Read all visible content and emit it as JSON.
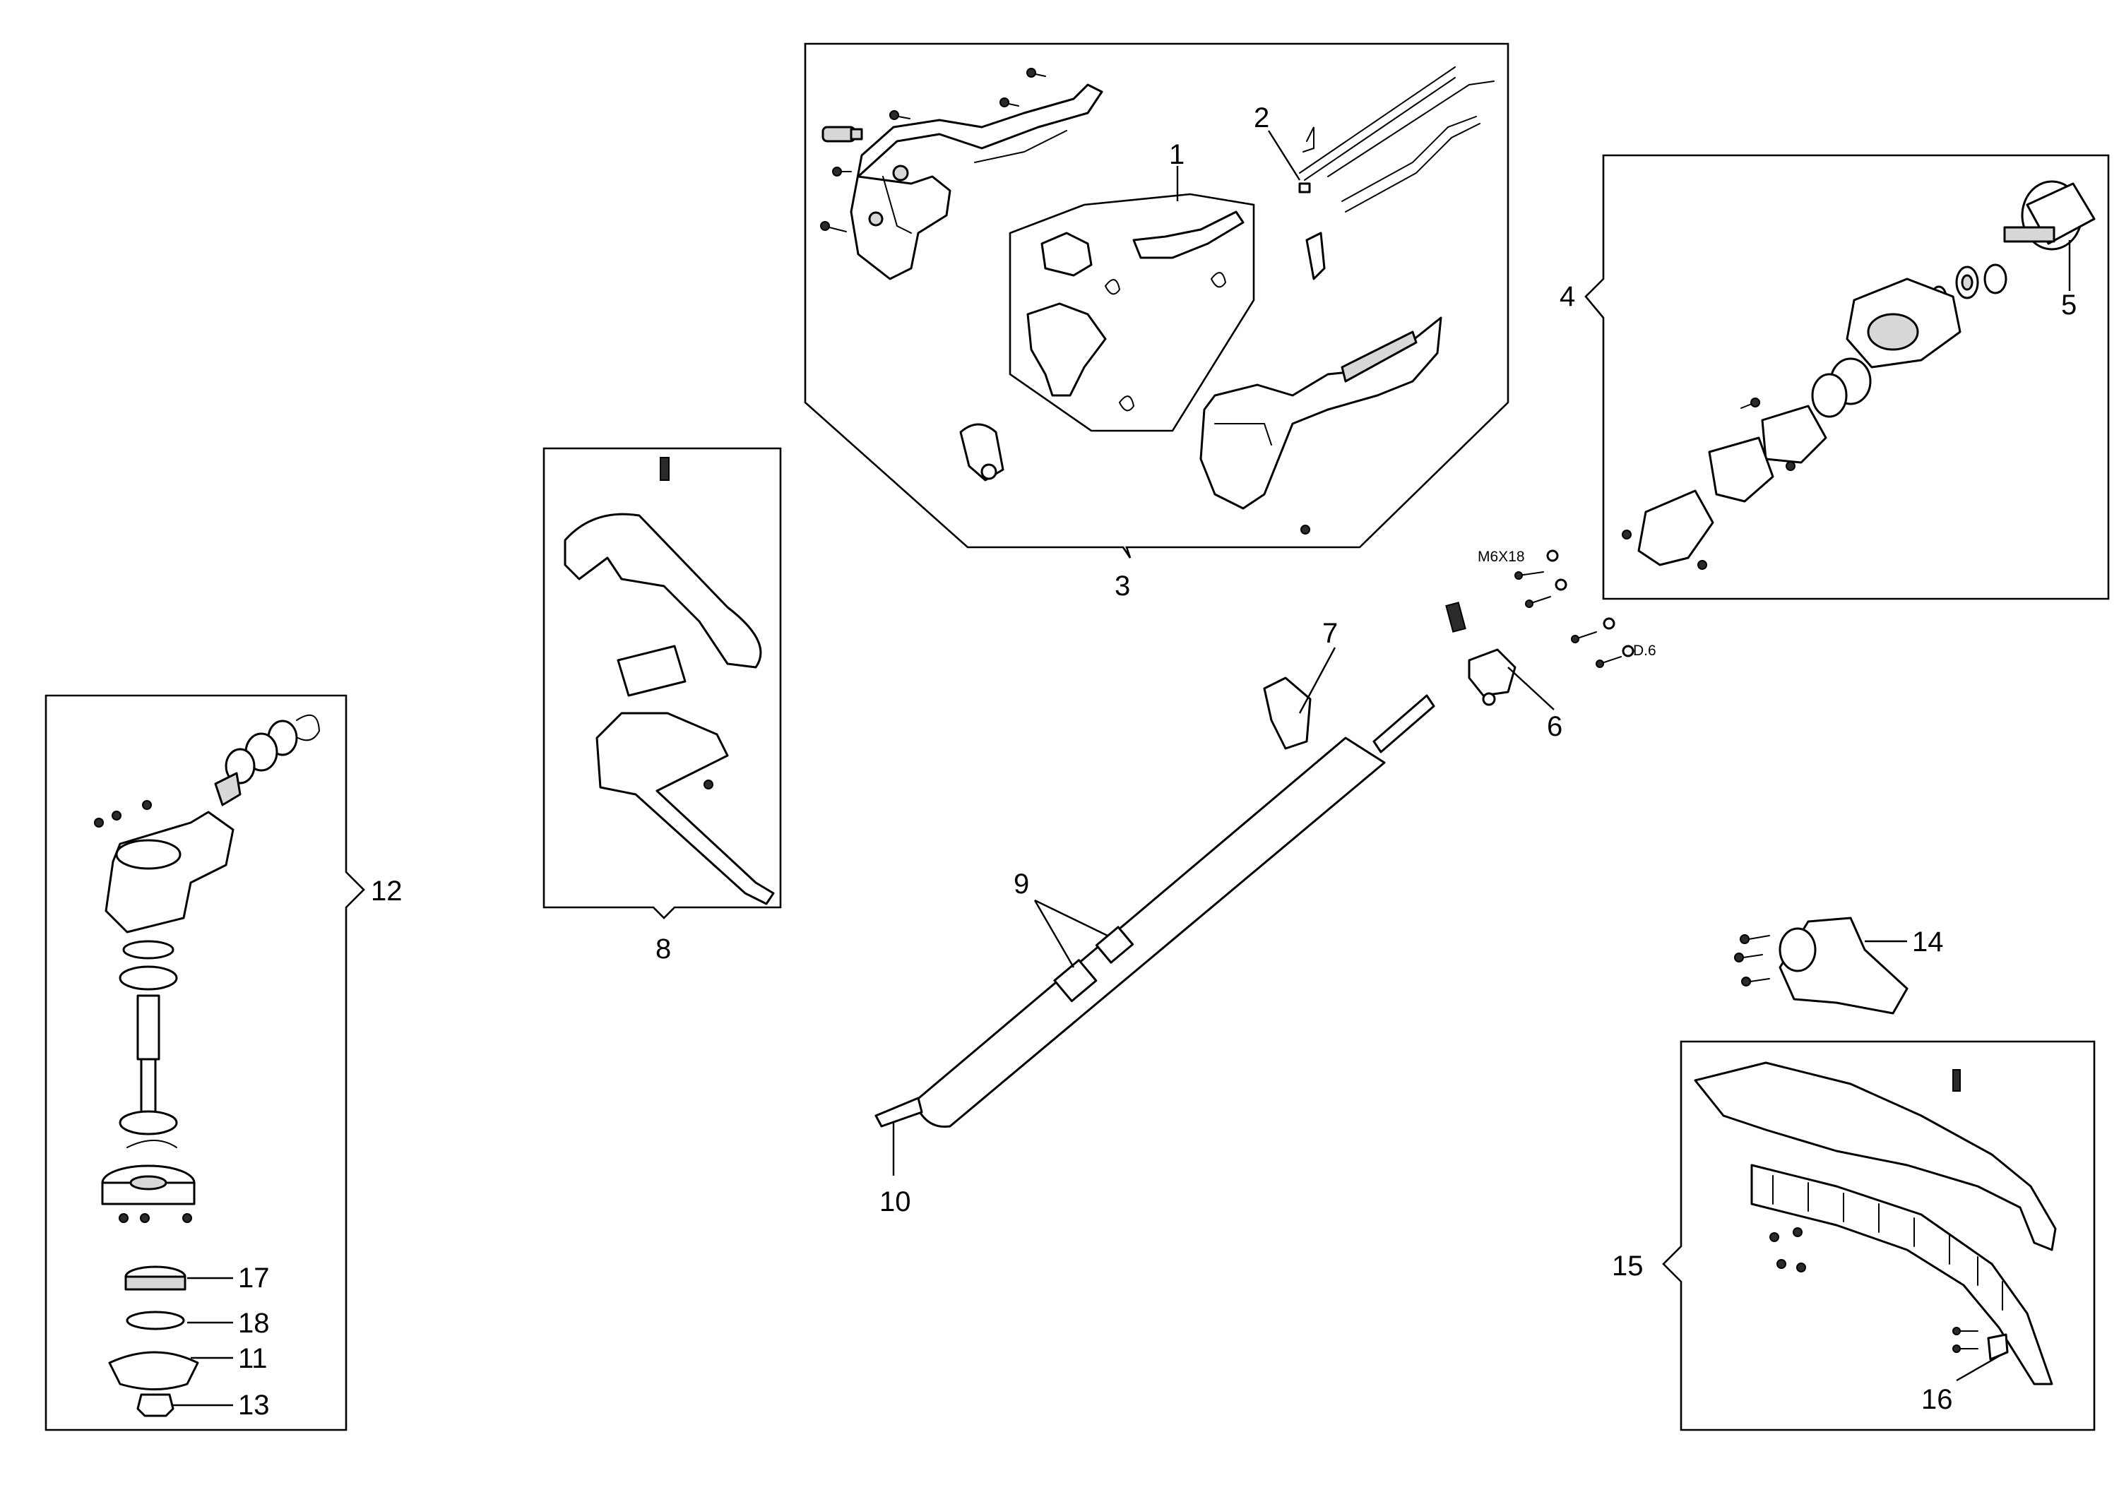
{
  "callouts": {
    "c1": "1",
    "c2": "2",
    "c3": "3",
    "c4": "4",
    "c5": "5",
    "c6": "6",
    "c7": "7",
    "c8": "8",
    "c9": "9",
    "c10": "10",
    "c11": "11",
    "c12": "12",
    "c13": "13",
    "c14": "14",
    "c15": "15",
    "c16": "16",
    "c17": "17",
    "c18": "18"
  },
  "specs": {
    "bolt": "M6X18",
    "washer": "D.6"
  }
}
